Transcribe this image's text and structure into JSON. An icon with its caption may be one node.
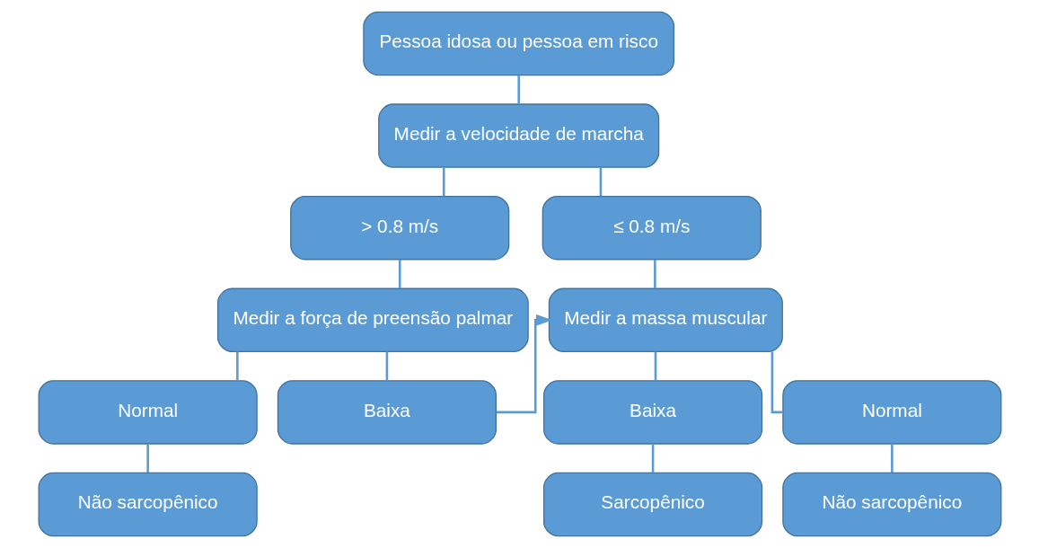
{
  "diagram": {
    "nodes": [
      {
        "text": [
          "Pessoa idosa ou pessoa em risco"
        ]
      },
      {
        "text": [
          "Medir a velocidade de marcha"
        ]
      },
      {
        "text": [
          "> 0.8 m/s"
        ]
      },
      {
        "text": [
          "≤ 0.8 m/s"
        ]
      },
      {
        "text": [
          "Medir a força de preensão palmar"
        ]
      },
      {
        "text": [
          "Medir a massa muscular"
        ]
      },
      {
        "text": [
          "Normal"
        ]
      },
      {
        "text": [
          "Baixa"
        ]
      },
      {
        "text": [
          "Baixa"
        ]
      },
      {
        "text": [
          "Normal"
        ]
      },
      {
        "text": [
          "Não sarcopênico"
        ]
      },
      {
        "text": [
          "Sarcopênico"
        ]
      },
      {
        "text": [
          "Não sarcopênico"
        ]
      }
    ],
    "edges": [
      {
        "from": 0,
        "to": 1,
        "arrow": "none"
      },
      {
        "from": 1,
        "to": 2,
        "arrow": "none"
      },
      {
        "from": 1,
        "to": 3,
        "arrow": "none"
      },
      {
        "from": 2,
        "to": 4,
        "arrow": "none"
      },
      {
        "from": 3,
        "to": 5,
        "arrow": "none"
      },
      {
        "from": 4,
        "to": 6,
        "arrow": "none"
      },
      {
        "from": 4,
        "to": 7,
        "arrow": "none"
      },
      {
        "from": 7,
        "to": 5,
        "arrow": "to"
      },
      {
        "from": 5,
        "to": 8,
        "arrow": "none"
      },
      {
        "from": 5,
        "to": 9,
        "arrow": "none"
      },
      {
        "from": 6,
        "to": 10,
        "arrow": "none"
      },
      {
        "from": 8,
        "to": 11,
        "arrow": "none"
      },
      {
        "from": 9,
        "to": 12,
        "arrow": "none"
      }
    ]
  }
}
